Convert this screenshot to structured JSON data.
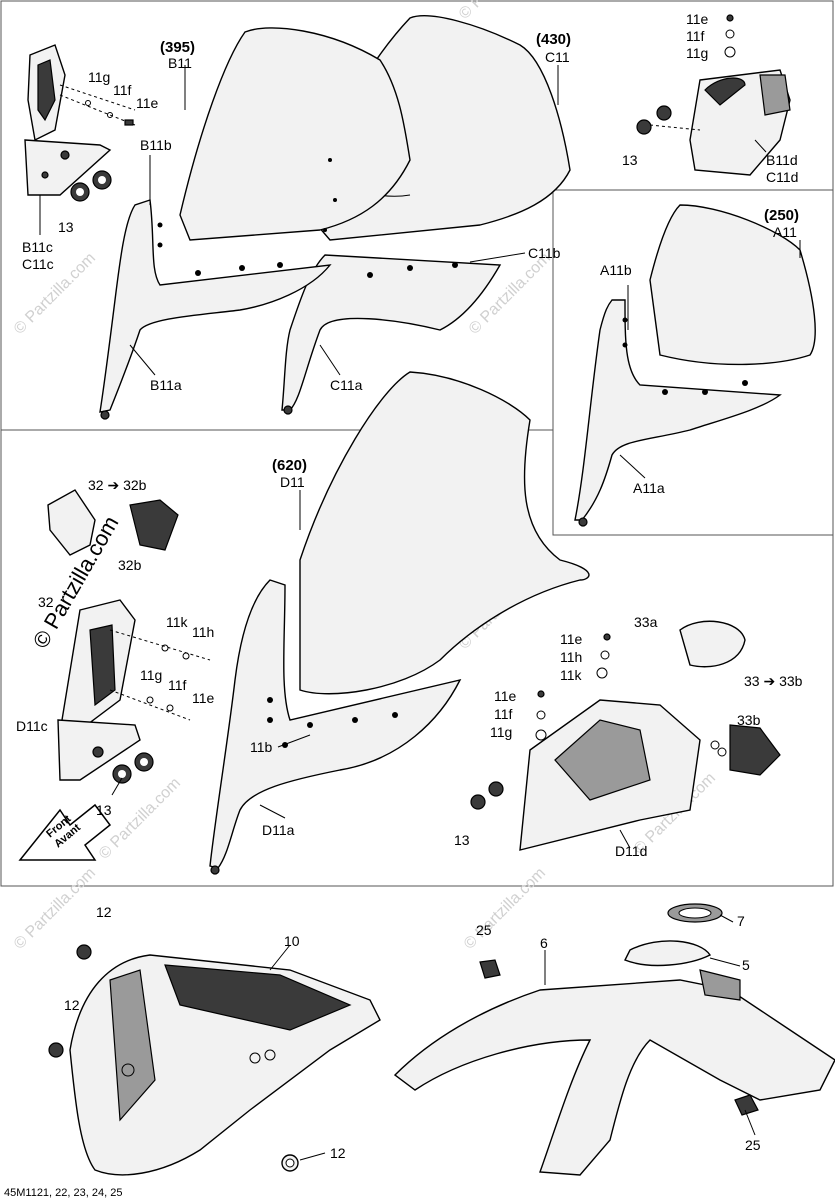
{
  "diagram_code": "45M1121, 22, 23, 24, 25",
  "watermark": "© Partzilla.com",
  "arrow": {
    "line1": "Front",
    "line2": "Avant"
  },
  "sections": {
    "b11": {
      "size": "(395)",
      "code": "B11"
    },
    "c11": {
      "size": "(430)",
      "code": "C11"
    },
    "a11": {
      "size": "(250)",
      "code": "A11"
    },
    "d11": {
      "size": "(620)",
      "code": "D11"
    }
  },
  "labels": {
    "b11_11g": "11g",
    "b11_11f": "11f",
    "b11_11e": "11e",
    "b11b": "B11b",
    "b11c": "B11c",
    "c11c": "C11c",
    "b11_13": "13",
    "b11a": "B11a",
    "c11a": "C11a",
    "c11b": "C11b",
    "tr_11e": "11e",
    "tr_11f": "11f",
    "tr_11g": "11g",
    "tr_13": "13",
    "b11d": "B11d",
    "c11d": "C11d",
    "a11b": "A11b",
    "a11a": "A11a",
    "m_32_32b": "32 ➔ 32b",
    "m_32b": "32b",
    "m_32": "32",
    "m_11k": "11k",
    "m_11h": "11h",
    "m_11g": "11g",
    "m_11f": "11f",
    "m_11e": "11e",
    "d11c": "D11c",
    "m_13": "13",
    "d11b": "11b",
    "d11a": "D11a",
    "r_33a": "33a",
    "r_11e": "11e",
    "r_11h": "11h",
    "r_11k": "11k",
    "r_33_33b": "33 ➔ 33b",
    "r_33b": "33b",
    "r_11e2": "11e",
    "r_11f2": "11f",
    "r_11g2": "11g",
    "r_13": "13",
    "d11d": "D11d",
    "b_12a": "12",
    "b_10": "10",
    "b_12b": "12",
    "b_12c": "12",
    "b_25a": "25",
    "b_6": "6",
    "b_7": "7",
    "b_5": "5",
    "b_25b": "25"
  }
}
